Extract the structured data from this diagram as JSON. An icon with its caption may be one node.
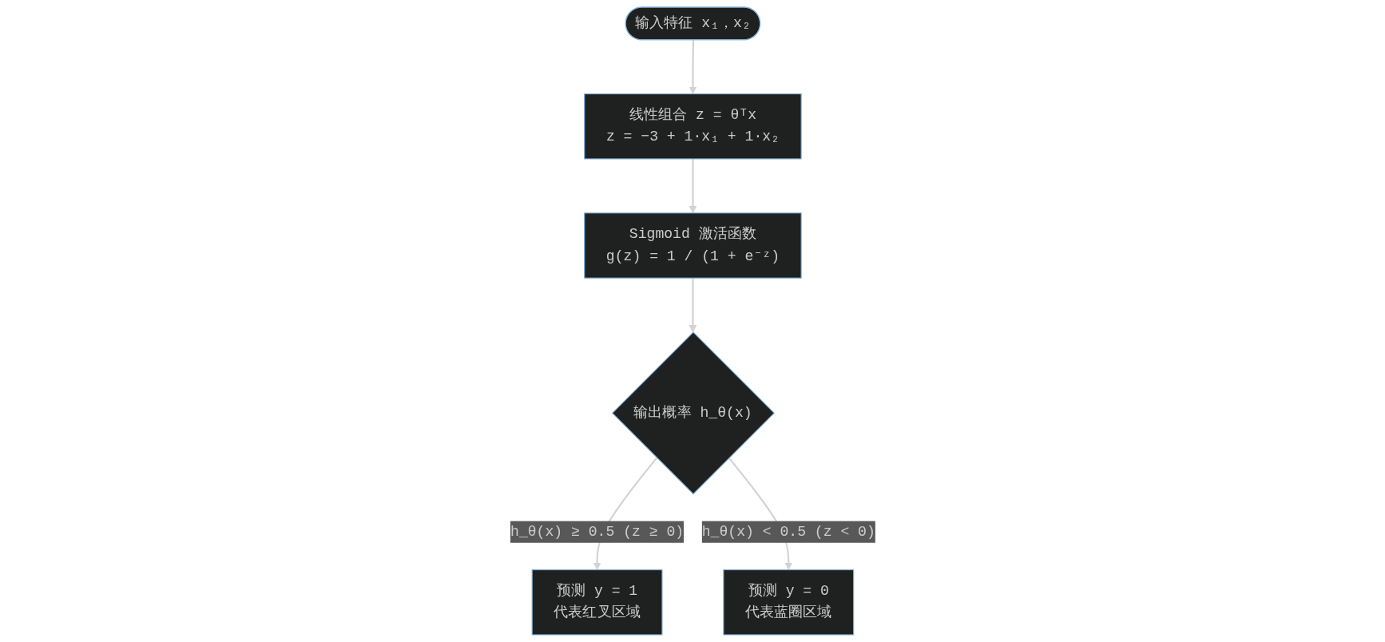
{
  "diagram": {
    "nodes": [
      {
        "text": [
          "输入特征 x₁，x₂"
        ]
      },
      {
        "text": [
          "线性组合 z = θᵀx",
          "z = −3 + 1·x₁ + 1·x₂"
        ]
      },
      {
        "text": [
          "Sigmoid 激活函数",
          "g(z) = 1 / (1 + e⁻ᶻ)"
        ]
      },
      {
        "text": [
          "输出概率 h_θ(x)"
        ]
      },
      {
        "text": [
          "预测 y = 1",
          "代表红叉区域"
        ]
      },
      {
        "text": [
          "预测 y = 0",
          "代表蓝圈区域"
        ]
      }
    ],
    "edges": [
      {
        "from": 0,
        "to": 1,
        "arrow": "to"
      },
      {
        "from": 1,
        "to": 2,
        "arrow": "to"
      },
      {
        "from": 2,
        "to": 3,
        "arrow": "to"
      },
      {
        "from": 3,
        "to": 4,
        "arrow": "to",
        "label": "h_θ(x) ≥ 0.5 (z ≥ 0)"
      },
      {
        "from": 3,
        "to": 5,
        "arrow": "to",
        "label": "h_θ(x) < 0.5 (z < 0)"
      }
    ]
  }
}
